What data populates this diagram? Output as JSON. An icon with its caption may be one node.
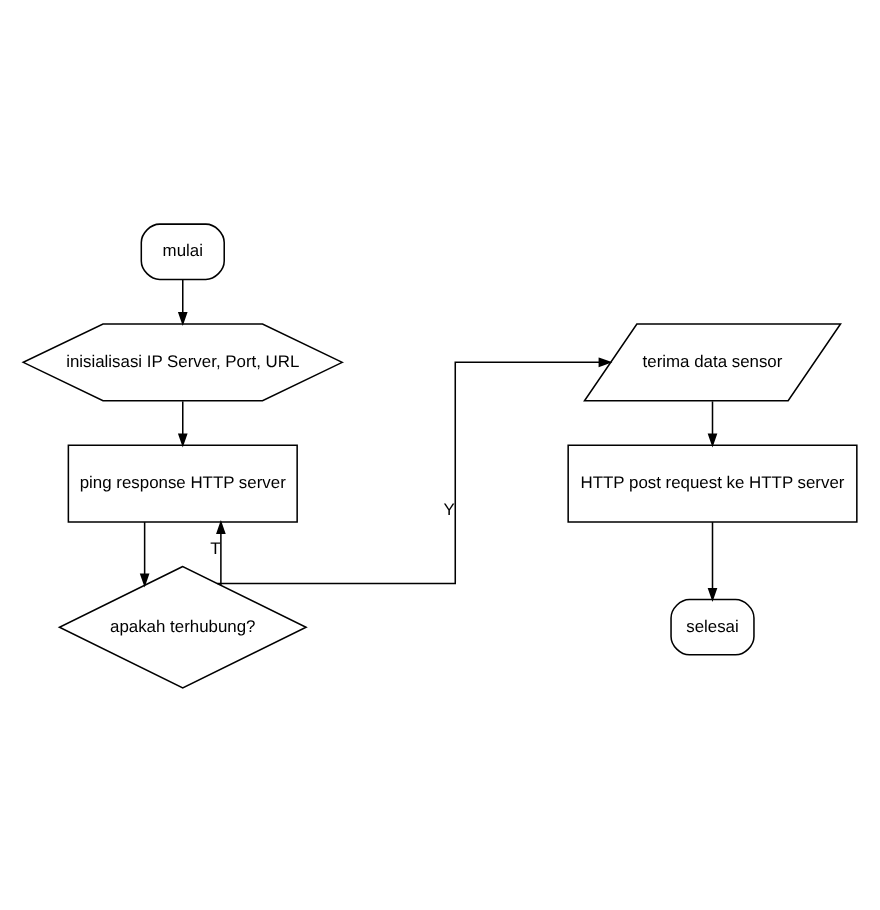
{
  "diagram": {
    "nodes": [
      {
        "text": [
          "mulai"
        ]
      },
      {
        "text": [
          "inisialisasi IP Server, Port, URL"
        ]
      },
      {
        "text": [
          "ping response HTTP server"
        ]
      },
      {
        "text": [
          "apakah terhubung?"
        ]
      },
      {
        "text": [
          "terima data sensor"
        ]
      },
      {
        "text": [
          "HTTP post request ke HTTP server"
        ]
      },
      {
        "text": [
          "selesai"
        ]
      }
    ],
    "edges": [
      {
        "from": 0,
        "to": 1,
        "arrow": "to"
      },
      {
        "from": 1,
        "to": 2,
        "arrow": "to"
      },
      {
        "from": 2,
        "to": 3,
        "arrow": "to"
      },
      {
        "from": 3,
        "to": 2,
        "arrow": "to",
        "label": "T"
      },
      {
        "from": 3,
        "to": 4,
        "arrow": "to",
        "label": "Y"
      },
      {
        "from": 4,
        "to": 5,
        "arrow": "to"
      },
      {
        "from": 5,
        "to": 6,
        "arrow": "to"
      }
    ]
  }
}
